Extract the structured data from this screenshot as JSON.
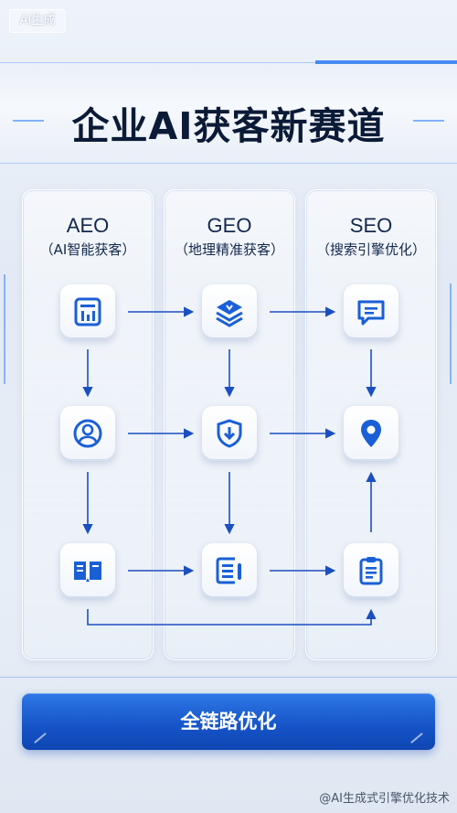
{
  "badge": "AI生成",
  "title": "企业AI获客新赛道",
  "columns": [
    {
      "title": "AEO",
      "subtitle": "（AI智能获客）",
      "icons": [
        "chart-doc-icon",
        "user-circle-icon",
        "open-book-icon"
      ]
    },
    {
      "title": "GEO",
      "subtitle": "（地理精准获客）",
      "icons": [
        "layers-stack-icon",
        "shield-download-icon",
        "list-doc-icon"
      ]
    },
    {
      "title": "SEO",
      "subtitle": "（搜索引擎优化）",
      "icons": [
        "chat-text-icon",
        "location-pin-icon",
        "clipboard-icon"
      ]
    }
  ],
  "cta_label": "全链路优化",
  "watermark": "@AI生成式引擎优化技术",
  "colors": {
    "accent": "#1553c7",
    "icon": "#1a5fd6",
    "title": "#0b1a36"
  }
}
